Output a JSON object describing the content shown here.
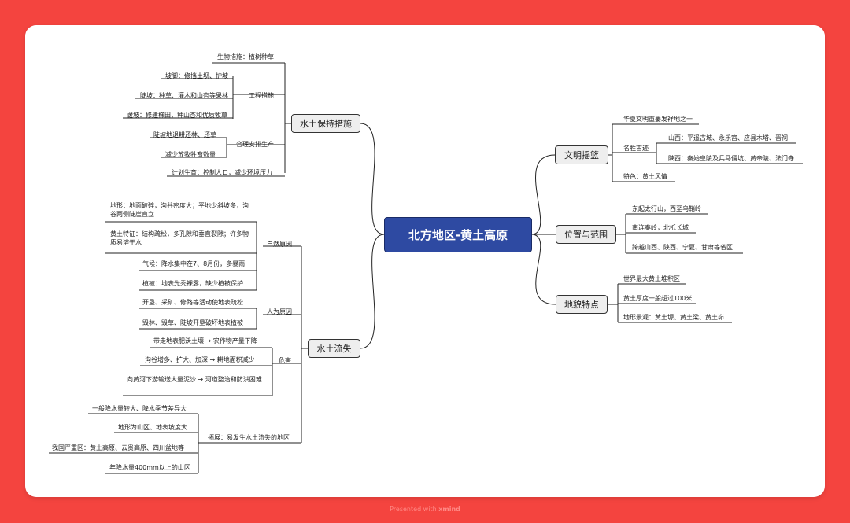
{
  "root": "北方地区-黄土高原",
  "left": {
    "soil_conservation": {
      "label": "水土保持措施",
      "bio": "生物措施：植树种草",
      "eng_label": "工程措施",
      "eng_items": [
        "坡脚：修挡土坝、护坡",
        "陡坡：种草、灌木和山杏等果林",
        "缓坡：修建梯田，种山杏和优质牧草"
      ],
      "prod_label": "合理安排生产",
      "prod_items": [
        "陡坡地退耕还林、还草",
        "减少放牧牲畜数量"
      ],
      "plan": "计划生育：控制人口，减少环境压力"
    },
    "soil_erosion": {
      "label": "水土流失",
      "natural_label": "自然原因",
      "natural_items": [
        "地形：地面破碎，沟谷密度大；平地少斜坡多，沟谷两侧陡崖直立",
        "黄土特征：结构疏松，多孔隙和垂直裂隙；许多物质易溶于水",
        "气候：降水集中在7、8月份，多暴雨",
        "植被：地表光秃裸露，缺少植被保护"
      ],
      "human_label": "人为原因",
      "human_items": [
        "开垦、采矿、修路等活动使地表疏松",
        "毁林、毁草、陡坡开垦破坏地表植被"
      ],
      "harm_label": "危害",
      "harm_items": [
        "带走地表肥沃土壤 → 农作物产量下降",
        "沟谷增多、扩大、加深 → 耕地面积减少",
        "向黄河下游输送大量泥沙 → 河道整治和防洪困难"
      ],
      "ext_label": "拓展：易发生水土流失的地区",
      "ext_items": [
        "一般降水量较大、降水季节差异大",
        "地形为山区、地表坡度大",
        "我国严重区：黄土高原、云贵高原、四川盆地等",
        "年降水量400mm以上的山区"
      ]
    }
  },
  "right": {
    "civilization": {
      "label": "文明摇篮",
      "item1": "华夏文明重要发祥地之一",
      "sites_label": "名胜古迹",
      "sites": [
        "山西：平遥古城、永乐宫、应县木塔、晋祠",
        "陕西：秦始皇陵及兵马俑坑、黄帝陵、法门寺"
      ],
      "feature": "特色：黄土风情"
    },
    "location": {
      "label": "位置与范围",
      "items": [
        "东起太行山，西至乌鞘岭",
        "南连秦岭，北抵长城",
        "跨越山西、陕西、宁夏、甘肃等省区"
      ]
    },
    "landform": {
      "label": "地貌特点",
      "items": [
        "世界最大黄土堆积区",
        "黄土厚度一般超过100米",
        "地形景观：黄土塬、黄土梁、黄土峁"
      ]
    }
  },
  "footer": {
    "prefix": "Presented with",
    "brand": "xmind"
  }
}
